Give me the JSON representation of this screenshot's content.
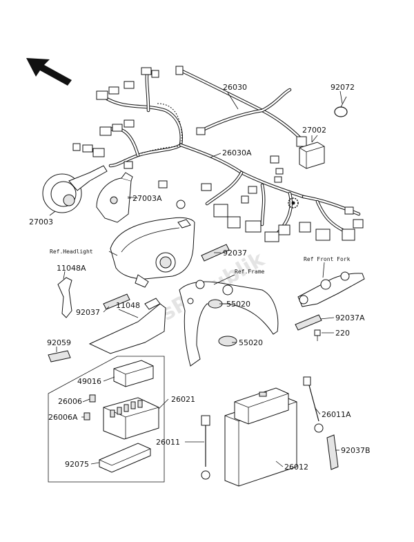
{
  "labels": {
    "l26030": "26030",
    "l92072": "92072",
    "l27002": "27002",
    "l26030A": "26030A",
    "l27003A": "27003A",
    "l27003": "27003",
    "lRefHeadlight": "Ref.Headlight",
    "l92037_top": "92037",
    "lRefFrontFork": "Ref Front Fork",
    "l11048A": "11048A",
    "lRefFrame": "Ref.Frame",
    "l92037_left": "92037",
    "l11048": "11048",
    "l55020_a": "55020",
    "l92037A": "92037A",
    "l220": "220",
    "l55020_b": "55020",
    "l92059": "92059",
    "l49016": "49016",
    "l26021": "26021",
    "l26006": "26006",
    "l26006A": "26006A",
    "l26011A": "26011A",
    "l26011": "26011",
    "l92075": "92075",
    "l26012": "26012",
    "l92037B": "92037B"
  },
  "watermark": "PartsRepublik",
  "colors": {
    "ink": "#111111",
    "watermark": "#cfcfcf",
    "background": "#ffffff"
  },
  "icons": {
    "direction": "arrow-up-left-icon",
    "gear": "gear-icon"
  }
}
